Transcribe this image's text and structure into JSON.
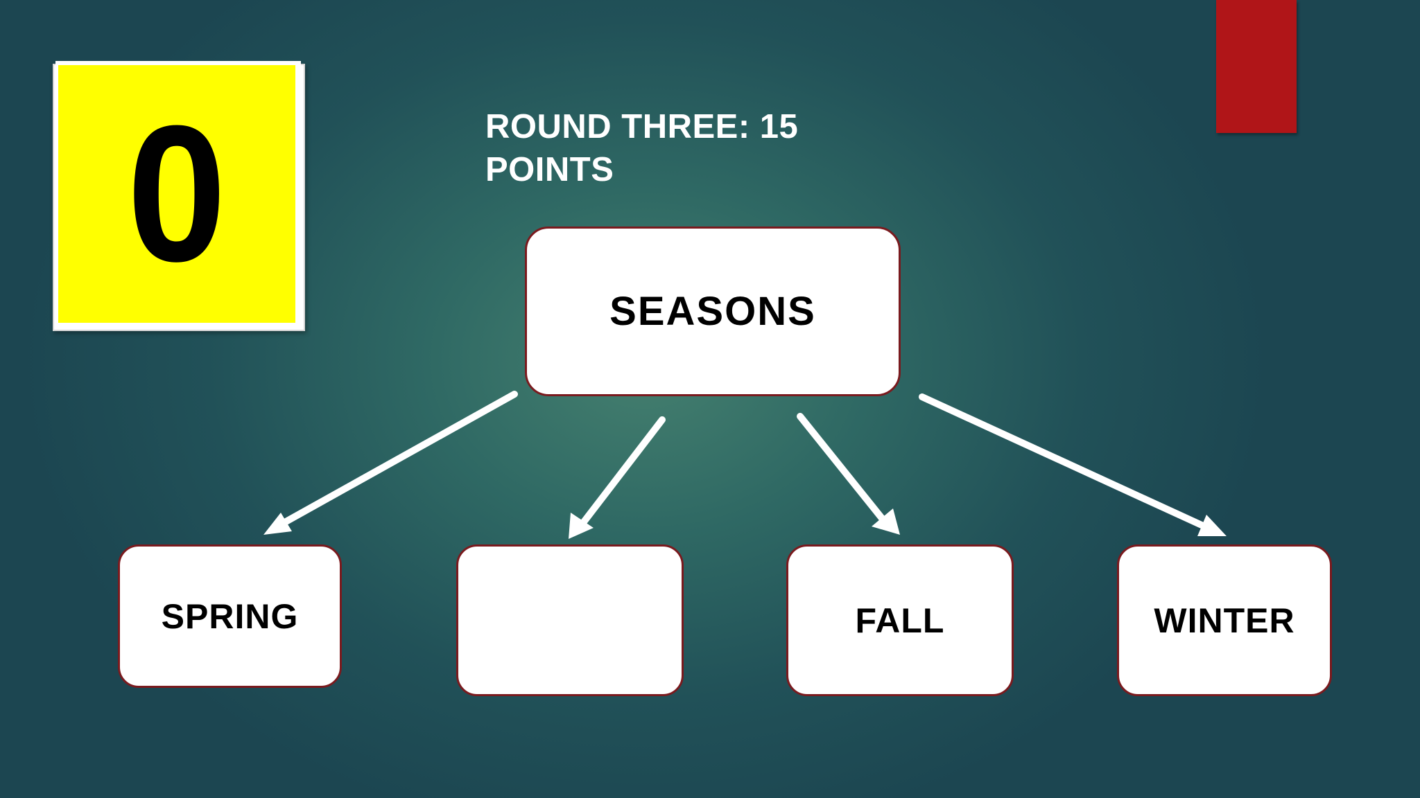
{
  "score": {
    "value": "0"
  },
  "round": {
    "title": "ROUND THREE: 15 POINTS"
  },
  "diagram": {
    "root": "SEASONS",
    "children": [
      "SPRING",
      "",
      "FALL",
      "WINTER"
    ]
  },
  "colors": {
    "score_card": "#ffff00",
    "red_tab": "#b01518",
    "box_border": "#7a1a1e",
    "arrow": "#ffffff"
  }
}
